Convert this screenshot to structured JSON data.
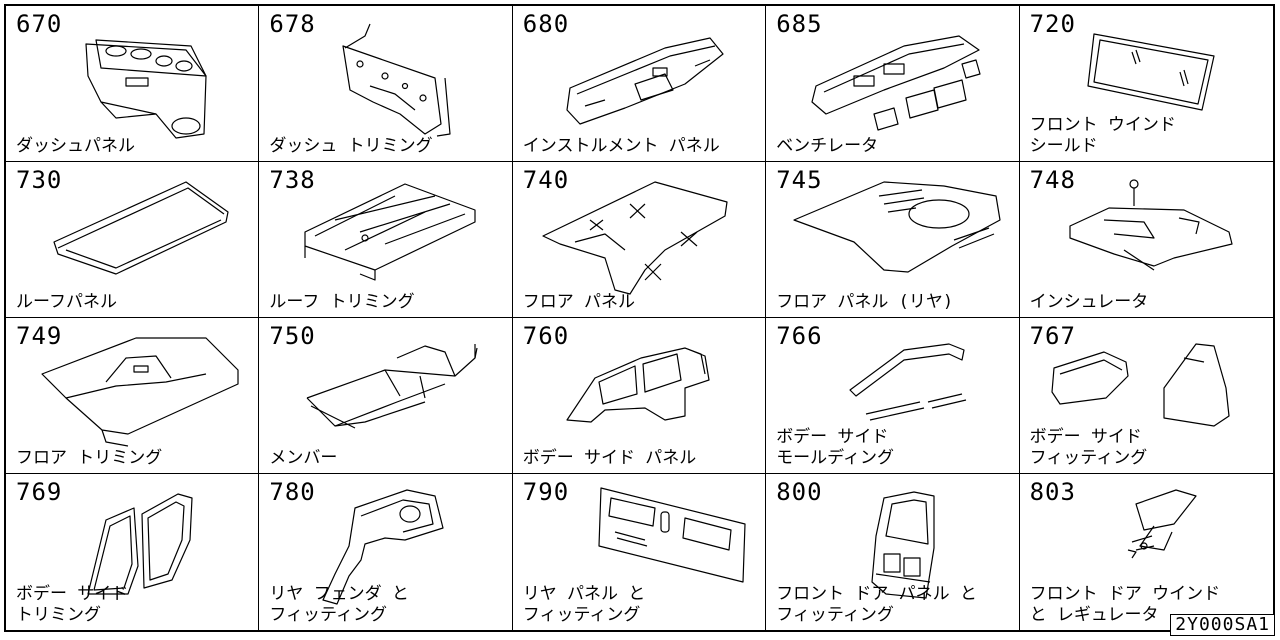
{
  "cells": [
    {
      "number": "670",
      "name": "ダッシュパネル",
      "icon": "dash-panel-icon"
    },
    {
      "number": "678",
      "name": "ダッシュ トリミング",
      "icon": "dash-trimming-icon"
    },
    {
      "number": "680",
      "name": "インストルメント パネル",
      "icon": "instrument-panel-icon"
    },
    {
      "number": "685",
      "name": "ベンチレータ",
      "icon": "ventilator-icon"
    },
    {
      "number": "720",
      "name": "フロント ウインド\nシールド",
      "icon": "windshield-icon"
    },
    {
      "number": "730",
      "name": "ルーフパネル",
      "icon": "roof-panel-icon"
    },
    {
      "number": "738",
      "name": "ルーフ トリミング",
      "icon": "roof-trimming-icon"
    },
    {
      "number": "740",
      "name": "フロア パネル",
      "icon": "floor-panel-icon"
    },
    {
      "number": "745",
      "name": "フロア パネル (リヤ)",
      "icon": "rear-floor-panel-icon"
    },
    {
      "number": "748",
      "name": "インシュレータ",
      "icon": "insulator-icon"
    },
    {
      "number": "749",
      "name": "フロア トリミング",
      "icon": "floor-trimming-icon"
    },
    {
      "number": "750",
      "name": "メンバー",
      "icon": "member-frame-icon"
    },
    {
      "number": "760",
      "name": "ボデー サイド パネル",
      "icon": "body-side-panel-icon"
    },
    {
      "number": "766",
      "name": "ボデー サイド\nモールディング",
      "icon": "side-molding-icon"
    },
    {
      "number": "767",
      "name": "ボデー サイド\nフィッティング",
      "icon": "side-fitting-icon"
    },
    {
      "number": "769",
      "name": "ボデー サイド\nトリミング",
      "icon": "side-trimming-icon"
    },
    {
      "number": "780",
      "name": "リヤ フェンダ と\nフィッティング",
      "icon": "rear-fender-icon"
    },
    {
      "number": "790",
      "name": "リヤ パネル と\nフィッティング",
      "icon": "rear-panel-icon"
    },
    {
      "number": "800",
      "name": "フロント ドア パネル と\nフィッティング",
      "icon": "front-door-icon"
    },
    {
      "number": "803",
      "name": "フロント ドア ウインド\nと レギュレータ",
      "icon": "door-window-regulator-icon"
    }
  ],
  "diagram_code": "2Y000SA1"
}
